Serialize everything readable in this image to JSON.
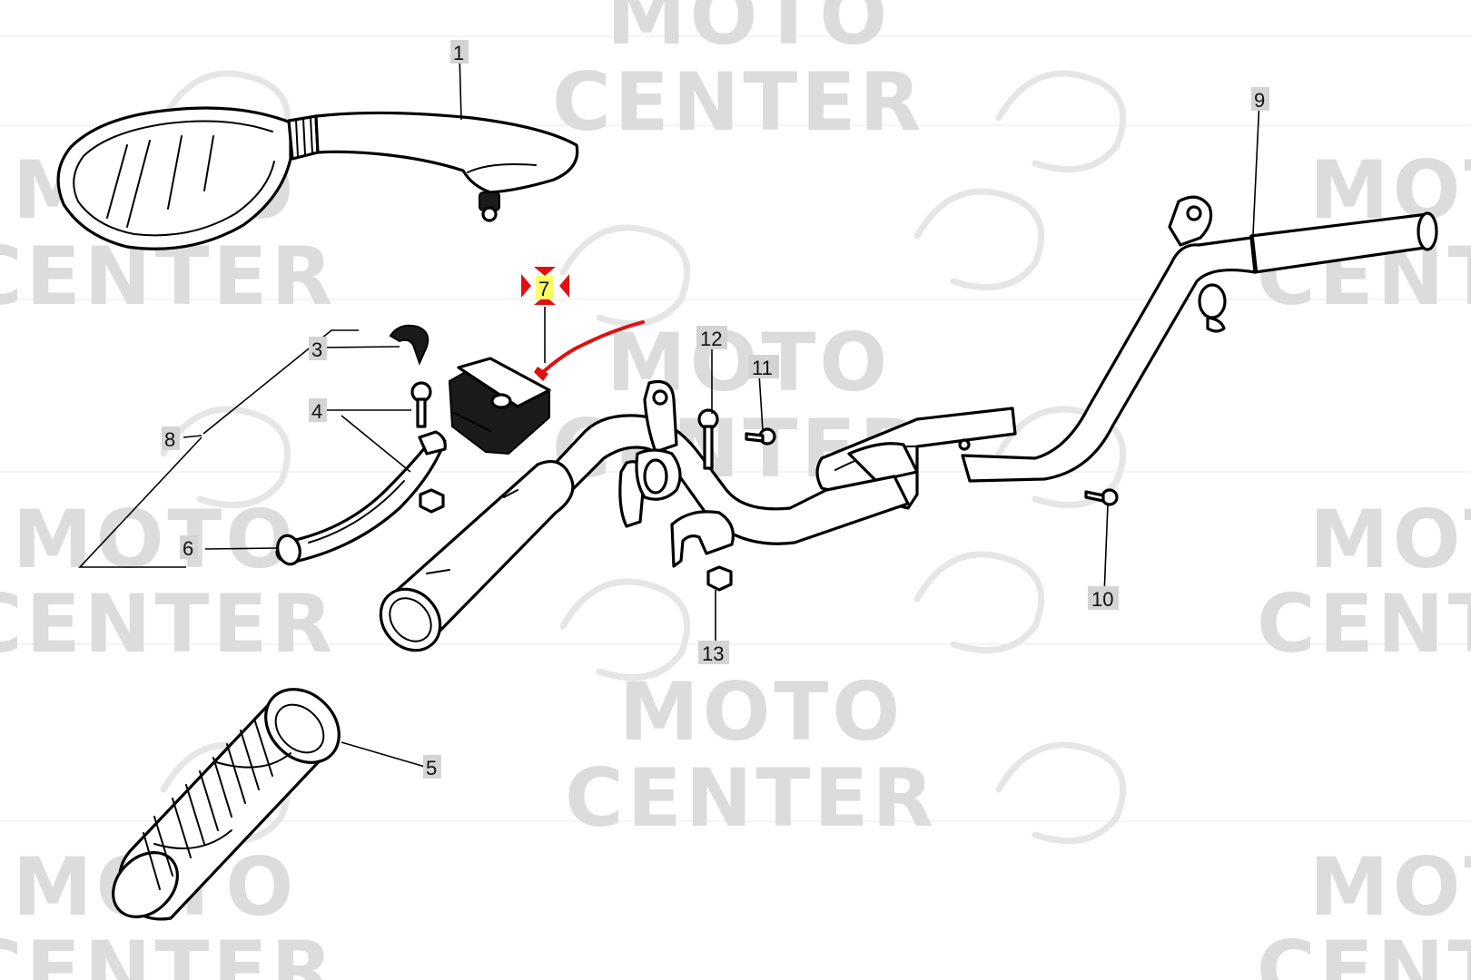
{
  "watermark": {
    "line1": "MOTO",
    "line2": "CENTER"
  },
  "callouts": [
    {
      "id": "1",
      "label": "1"
    },
    {
      "id": "3",
      "label": "3"
    },
    {
      "id": "4",
      "label": "4"
    },
    {
      "id": "5",
      "label": "5"
    },
    {
      "id": "6",
      "label": "6"
    },
    {
      "id": "7",
      "label": "7",
      "selected": true
    },
    {
      "id": "8",
      "label": "8"
    },
    {
      "id": "9",
      "label": "9"
    },
    {
      "id": "10",
      "label": "10"
    },
    {
      "id": "11",
      "label": "11"
    },
    {
      "id": "12",
      "label": "12"
    },
    {
      "id": "13",
      "label": "13"
    }
  ],
  "colors": {
    "highlight": "#e01010",
    "selected_label_bg": "#ffff66",
    "label_bg": "#d4d4d4",
    "watermark": "#dcdcdc"
  },
  "parts": [
    "mirror-icon",
    "handlebar-icon",
    "grip-icon",
    "lever-icon",
    "lever-bracket-icon",
    "switch-housing-icon",
    "cable-icon",
    "clamp-icon",
    "bolt-icon",
    "nut-icon"
  ]
}
